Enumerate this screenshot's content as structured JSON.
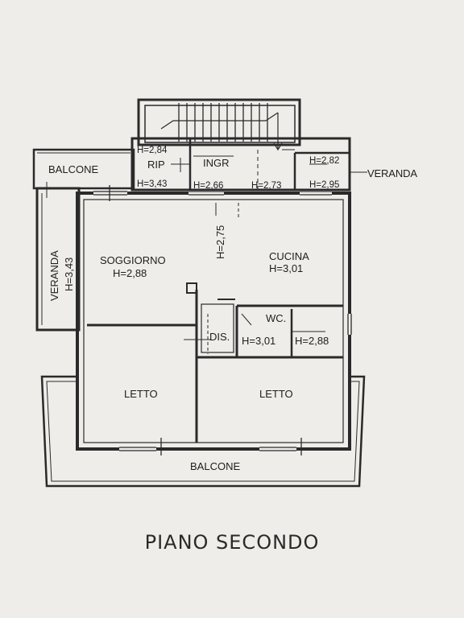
{
  "floor_title": "PIANO SECONDO",
  "colors": {
    "wall": "#2a2a2a",
    "paper": "#efedea",
    "ink": "#1e1e1e"
  },
  "rooms": {
    "balcone_top": {
      "name": "BALCONE"
    },
    "rip": {
      "name": "RIP",
      "h_top": "H=2,84",
      "h_bottom": "H=3,43"
    },
    "ingr": {
      "name": "INGR",
      "h_left": "H=2,66",
      "h_right": "H=2,73"
    },
    "veranda_top": {
      "name": "VERANDA",
      "h_top": "H=2,82",
      "h_bottom": "H=2,95"
    },
    "veranda_left": {
      "name": "VERANDA",
      "height": "H=3,43"
    },
    "corridor": {
      "height": "H=2,75"
    },
    "soggiorno": {
      "name": "SOGGIORNO",
      "height": "H=2,88"
    },
    "cucina": {
      "name": "CUCINA",
      "height": "H=3,01"
    },
    "wc": {
      "name": "WC.",
      "height": "H=3,01"
    },
    "wc2": {
      "height": "H=2,88"
    },
    "dis": {
      "name": "DIS."
    },
    "letto_left": {
      "name": "LETTO"
    },
    "letto_right": {
      "name": "LETTO"
    },
    "balcone_bottom": {
      "name": "BALCONE"
    }
  }
}
